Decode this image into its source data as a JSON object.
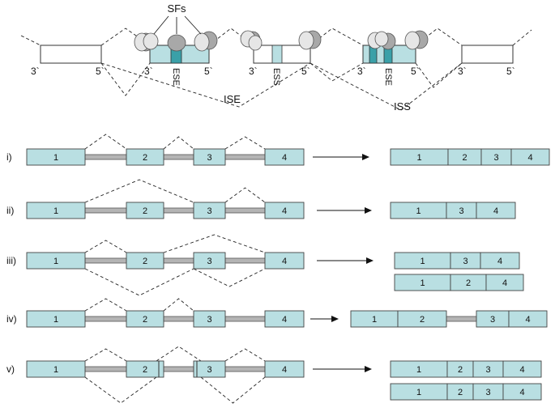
{
  "top_diagram": {
    "sfs_label": "SFs",
    "exons": [
      {
        "left_label": "3`",
        "right_label": "5`"
      },
      {
        "left_label": "3`",
        "right_label": "5`",
        "element_label": "ESE"
      },
      {
        "left_label": "3`",
        "right_label": "5`",
        "element_label": "ESS"
      },
      {
        "left_label": "3`",
        "right_label": "5`",
        "element_label": "ESE"
      },
      {
        "left_label": "3`",
        "right_label": "5`"
      }
    ],
    "intron_labels": {
      "ise": "ISE",
      "iss": "ISS"
    }
  },
  "rows": [
    {
      "label": "i)",
      "exons": [
        "1",
        "2",
        "3",
        "4"
      ],
      "outputs": [
        [
          "1",
          "2",
          "3",
          "4"
        ]
      ]
    },
    {
      "label": "ii)",
      "exons": [
        "1",
        "2",
        "3",
        "4"
      ],
      "outputs": [
        [
          "1",
          "3",
          "4"
        ]
      ]
    },
    {
      "label": "iii)",
      "exons": [
        "1",
        "2",
        "3",
        "4"
      ],
      "outputs": [
        [
          "1",
          "3",
          "4"
        ],
        [
          "1",
          "2",
          "4"
        ]
      ]
    },
    {
      "label": "iv)",
      "exons": [
        "1",
        "2",
        "3",
        "4"
      ],
      "outputs": [
        [
          "1",
          "2",
          "3",
          "4"
        ]
      ]
    },
    {
      "label": "v)",
      "exons": [
        "1",
        "2",
        "3",
        "4"
      ],
      "outputs": [
        [
          "1",
          "2",
          "3",
          "4"
        ],
        [
          "1",
          "2",
          "3",
          "4"
        ]
      ]
    }
  ],
  "colors": {
    "exon_fill": "#b9dfe2",
    "exon_stroke": "#444444",
    "intron_fill": "#b4b4b4",
    "element_fill": "#3aa0a8",
    "sf_light": "#e6e6e6",
    "sf_dark": "#a8a8a8"
  }
}
